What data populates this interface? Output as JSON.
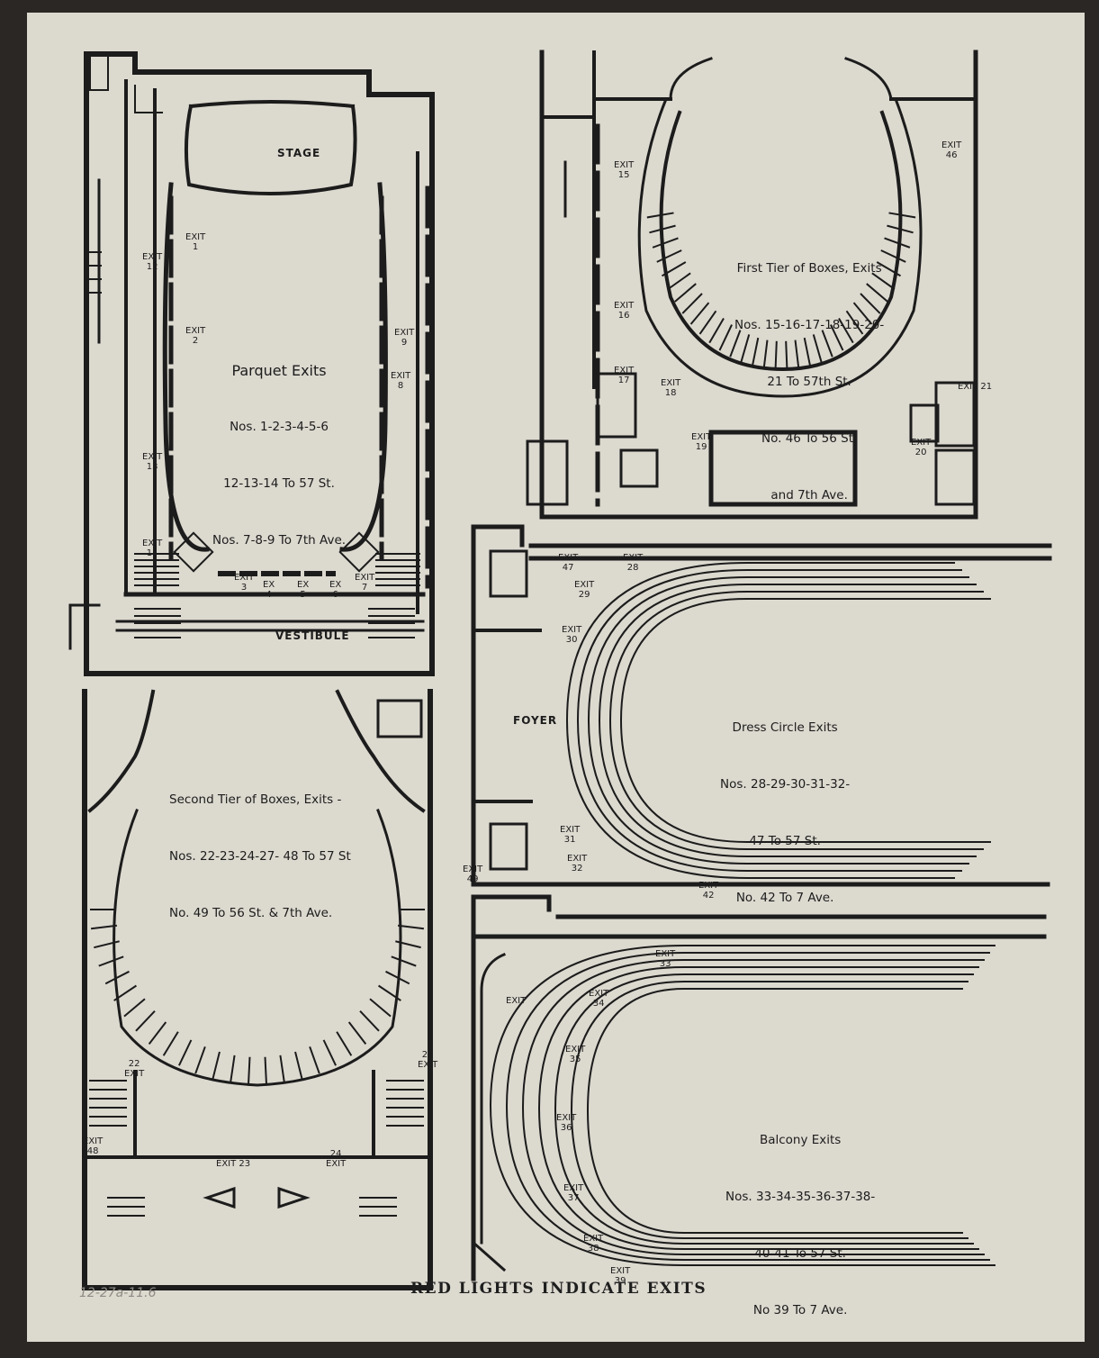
{
  "parquet": {
    "title": "Parquet Exits",
    "lines": [
      "Nos. 1-2-3-4-5-6",
      "12-13-14 To 57 St.",
      "Nos. 7-8-9 To 7th Ave."
    ],
    "stage": "STAGE",
    "vestibule": "VESTIBULE",
    "exits": {
      "e1": "EXIT\n1",
      "e2": "EXIT\n2",
      "e3": "EXIT\n3",
      "e4": "EX\n4",
      "e5": "EX\n5",
      "e6": "EX\n6",
      "e7": "EXIT\n7",
      "e8": "EXIT\n8",
      "e9": "EXIT\n9",
      "e12": "EXIT\n12",
      "e13": "EXIT\n13",
      "e14": "EXIT\n14"
    }
  },
  "first_tier": {
    "title": "First Tier of Boxes, Exits",
    "lines": [
      "Nos. 15-16-17-18-19-20-",
      "21 To 57th St.",
      "No. 46 To 56 St.",
      "and 7th Ave."
    ],
    "exits": {
      "e15": "EXIT\n15",
      "e16": "EXIT\n16",
      "e17": "EXIT\n17",
      "e18": "EXIT\n18",
      "e19": "EXIT\n19",
      "e20": "EXIT\n20",
      "e21": "EXIT 21",
      "e46": "EXIT\n46"
    }
  },
  "dress_circle": {
    "title": "Dress Circle Exits",
    "lines": [
      "Nos. 28-29-30-31-32-",
      "47 To 57 St.",
      "No. 42 To 7 Ave."
    ],
    "foyer": "FOYER",
    "exits": {
      "e47": "EXIT\n47",
      "e28": "EXIT\n28",
      "e29": "EXIT\n29",
      "e30": "EXIT\n30",
      "e31": "EXIT\n31",
      "e32": "EXIT\n32",
      "e42": "EXIT\n42"
    }
  },
  "second_tier": {
    "title": "Second Tier of Boxes, Exits -",
    "lines": [
      "Nos. 22-23-24-27- 48 To 57 St",
      "No. 49 To 56 St. & 7th Ave."
    ],
    "exits": {
      "e22": "22\nEXIT",
      "e23": "EXIT 23",
      "e24": "24\nEXIT",
      "e27": "27\nEXIT",
      "e48": "EXIT\n48",
      "e49": "EXIT\n49"
    }
  },
  "balcony": {
    "title": "Balcony Exits",
    "lines": [
      "Nos. 33-34-35-36-37-38-",
      "40-41 To 57 St.",
      "No 39 To 7 Ave."
    ],
    "exits": {
      "e33": "EXIT\n33",
      "e34": "EXIT\n34",
      "e35": "EXIT\n35",
      "e36": "EXIT\n36",
      "e37": "EXIT\n37",
      "e38": "EXIT\n38",
      "e39": "EXIT\n39",
      "eside": "EXIT"
    }
  },
  "footer": "RED LIGHTS INDICATE EXITS",
  "penciled_note": "12-27a-11.6",
  "colors": {
    "paper": "#dcd9cf",
    "ink": "#1c1c1c",
    "background": "#2a2724"
  }
}
